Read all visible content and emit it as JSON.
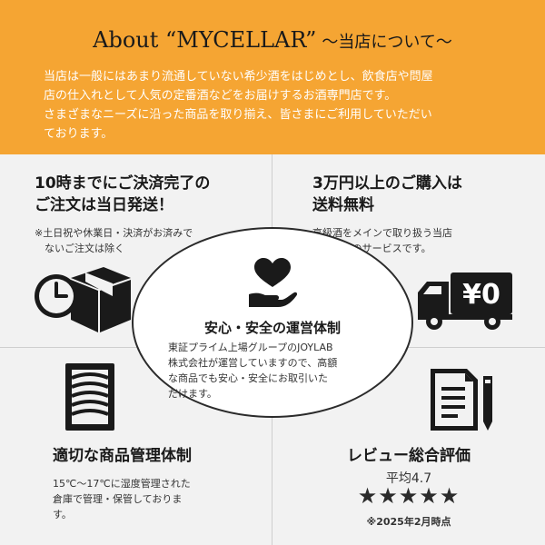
{
  "header": {
    "title_main": "About “MYCELLAR”",
    "title_sub": "〜当店について〜",
    "intro_lines": [
      "当店は一般にはあまり流通していない希少酒をはじめとし、飲食店や問屋",
      "店の仕入れとして人気の定番酒などをお届けするお酒専門店です。",
      "さまざまなニーズに沿った商品を取り揃え、皆さまにご利用していただい",
      "ております。"
    ]
  },
  "features": {
    "shipping": {
      "title_lines": [
        "10時までにご決済完了の",
        "ご注文は当日発送！"
      ],
      "note_lines": [
        "※土日祝や休業日・決済がお済みで",
        "　ないご注文は除く"
      ],
      "icon": "clock-box-icon"
    },
    "free_shipping": {
      "title_lines": [
        "3万円以上のご購入は",
        "送料無料"
      ],
      "note_lines": [
        "高級酒をメインで取り扱う当店",
        "ならではのサービスです。"
      ],
      "icon": "truck-icon",
      "truck_label": "¥0"
    },
    "safety": {
      "title": "安心・安全の運営体制",
      "desc_lines": [
        "東証プライム上場グループのJOYLAB",
        "株式会社が運営していますので、高額",
        "な商品でも安心・安全にお取引いた",
        "だけます。"
      ],
      "icon": "heart-hand-icon"
    },
    "management": {
      "title": "適切な商品管理体制",
      "note_lines": [
        "15℃〜17℃に湿度管理された",
        "倉庫で管理・保管しておりま",
        "す。"
      ],
      "icon": "wine-cellar-icon"
    },
    "review": {
      "title": "レビュー総合評価",
      "average": "平均4.7",
      "rating": 4.7,
      "stars": "★★★★★",
      "as_of": "※2025年2月時点",
      "icon": "document-pen-icon"
    }
  },
  "colors": {
    "header_bg": "#f5a533",
    "grid_bg": "#f2f2f2",
    "ink": "#1a1a1a"
  }
}
